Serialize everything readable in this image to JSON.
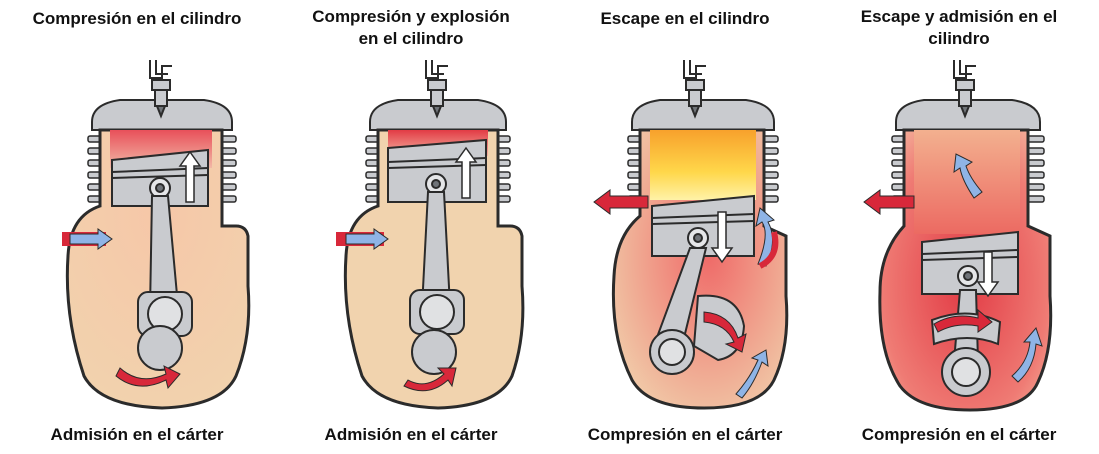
{
  "colors": {
    "metal": "#c9cbcf",
    "metal_dark": "#6f7378",
    "outline": "#2b2b2b",
    "carter_fill": "#f3d6ae",
    "hot_red": "#e23b45",
    "flame_yellow": "#ffd74a",
    "flame_orange": "#f7a12c",
    "arrow_red": "#d8283a",
    "arrow_blue": "#8fb4e6"
  },
  "panels": [
    {
      "title_lines": [
        "Compresión en el cilindro"
      ],
      "caption": "Admisión en el cárter",
      "stage": "compression"
    },
    {
      "title_lines": [
        "Compresión y explosión",
        "en el cilindro"
      ],
      "caption": "Admisión en el cárter",
      "stage": "explosion"
    },
    {
      "title_lines": [
        "Escape en el cilindro"
      ],
      "caption": "Compresión en el cárter",
      "stage": "exhaust"
    },
    {
      "title_lines": [
        "Escape y admisión en el",
        "cilindro"
      ],
      "caption": "Compresión en el cárter",
      "stage": "intake"
    }
  ]
}
